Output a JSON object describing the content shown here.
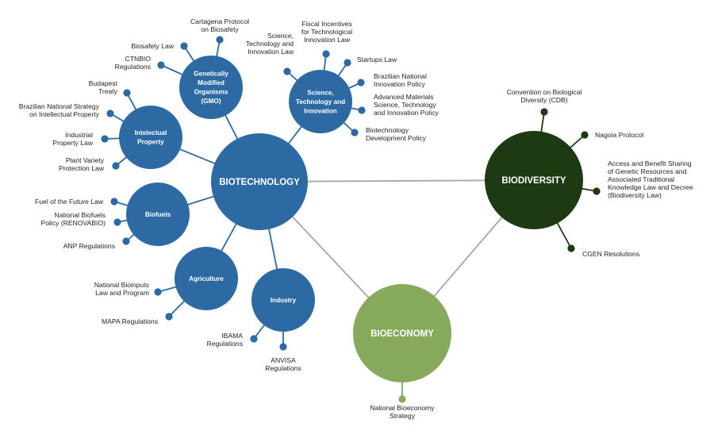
{
  "colors": {
    "biotech_blue": "#2d6aa3",
    "biodiversity_green": "#1d3a12",
    "bioeconomy_green": "#86a95b",
    "connector_gray": "#a3a6ae",
    "label_text": "#222222",
    "node_text": "#ffffff"
  },
  "hubs": [
    {
      "id": "biotechnology",
      "label": "BIOTECHNOLOGY",
      "color_key": "biotech_blue"
    },
    {
      "id": "biodiversity",
      "label": "BIODIVERSITY",
      "color_key": "biodiversity_green"
    },
    {
      "id": "bioeconomy",
      "label": "BIOECONOMY",
      "color_key": "bioeconomy_green"
    }
  ],
  "hub_links": [
    [
      "biotechnology",
      "biodiversity"
    ],
    [
      "biotechnology",
      "bioeconomy"
    ],
    [
      "biodiversity",
      "bioeconomy"
    ]
  ],
  "biotechnology_branches": [
    {
      "id": "gmo",
      "label": [
        "Genetically",
        "Modified",
        "Organisms",
        "(GMO)"
      ],
      "items": [
        {
          "label": [
            "Cartagena Protocol",
            "on Biosafety"
          ]
        },
        {
          "label": [
            "Biosafety Law"
          ]
        },
        {
          "label": [
            "CTNBIO",
            "Regulations"
          ]
        }
      ]
    },
    {
      "id": "sti",
      "label": [
        "Science,",
        "Technology and",
        "Innovation"
      ],
      "items": [
        {
          "label": [
            "Science,",
            "Technology and",
            "Innovation Law"
          ]
        },
        {
          "label": [
            "Fiscal Incentives",
            "for Technological",
            "Innovation Law"
          ]
        },
        {
          "label": [
            "Startups Law"
          ]
        },
        {
          "label": [
            "Brazilian National",
            "Innovation Policy"
          ]
        },
        {
          "label": [
            "Advanced Materials",
            "Science, Technology",
            "and Innovation Policy"
          ]
        },
        {
          "label": [
            "Biotechnology",
            "Development Policy"
          ]
        }
      ]
    },
    {
      "id": "ip",
      "label": [
        "Intelectual",
        "Property"
      ],
      "items": [
        {
          "label": [
            "Budapest",
            "Treaty"
          ]
        },
        {
          "label": [
            "Brazilian National Strategy",
            "on Intellectual Property"
          ]
        },
        {
          "label": [
            "Industrial",
            "Property Law"
          ]
        },
        {
          "label": [
            "Plant Variety",
            "Protection Law"
          ]
        }
      ]
    },
    {
      "id": "biofuels",
      "label": [
        "Biofuels"
      ],
      "items": [
        {
          "label": [
            "Fuel of the Future Law"
          ]
        },
        {
          "label": [
            "National Biofuels",
            "Policy (RENOVABIO)"
          ]
        },
        {
          "label": [
            "ANP Regulations"
          ]
        }
      ]
    },
    {
      "id": "agriculture",
      "label": [
        "Agriculture"
      ],
      "items": [
        {
          "label": [
            "National Bioinputs",
            "Law and Program"
          ]
        },
        {
          "label": [
            "MAPA Regulations"
          ]
        }
      ]
    },
    {
      "id": "industry",
      "label": [
        "Industry"
      ],
      "items": [
        {
          "label": [
            "IBAMA",
            "Regulations"
          ]
        },
        {
          "label": [
            "ANVISA",
            "Regulations"
          ]
        }
      ]
    }
  ],
  "biodiversity_items": [
    {
      "label": [
        "Convention on Biological",
        "Diversity (CDB)"
      ]
    },
    {
      "label": [
        "Nagoia Protocol"
      ]
    },
    {
      "label": [
        "Access and Benefit Sharing",
        "of Genetic Resources and",
        "Associated Traditional",
        "Knowledge Law and Decree",
        "(Biodiversity Law)"
      ]
    },
    {
      "label": [
        "CGEN Resolutions"
      ]
    }
  ],
  "bioeconomy_items": [
    {
      "label": [
        "National Bioeconomy",
        "Strategy"
      ]
    }
  ]
}
